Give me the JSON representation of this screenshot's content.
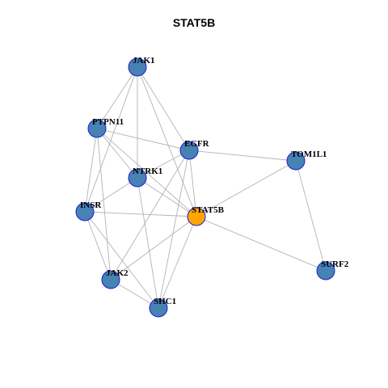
{
  "title": "STAT5B",
  "colors": {
    "node_default": "#4682b4",
    "node_focus": "#ffa500",
    "node_border": "#1f1fd0",
    "edge": "#b3b3b3"
  },
  "nodes": [
    {
      "id": "JAK1",
      "label": "JAK1",
      "focus": false
    },
    {
      "id": "PTPN11",
      "label": "PTPN11",
      "focus": false
    },
    {
      "id": "EGFR",
      "label": "EGFR",
      "focus": false
    },
    {
      "id": "TOM1L1",
      "label": "TOM1L1",
      "focus": false
    },
    {
      "id": "NTRK1",
      "label": "NTRK1",
      "focus": false
    },
    {
      "id": "INSR",
      "label": "INSR",
      "focus": false
    },
    {
      "id": "STAT5B",
      "label": "STAT5B",
      "focus": true
    },
    {
      "id": "SURF2",
      "label": "SURF2",
      "focus": false
    },
    {
      "id": "JAK2",
      "label": "JAK2",
      "focus": false
    },
    {
      "id": "SHC1",
      "label": "SHC1",
      "focus": false
    }
  ],
  "edges": [
    [
      "JAK1",
      "PTPN11"
    ],
    [
      "JAK1",
      "EGFR"
    ],
    [
      "JAK1",
      "NTRK1"
    ],
    [
      "JAK1",
      "INSR"
    ],
    [
      "JAK1",
      "STAT5B"
    ],
    [
      "PTPN11",
      "EGFR"
    ],
    [
      "PTPN11",
      "NTRK1"
    ],
    [
      "PTPN11",
      "INSR"
    ],
    [
      "PTPN11",
      "STAT5B"
    ],
    [
      "PTPN11",
      "JAK2"
    ],
    [
      "EGFR",
      "TOM1L1"
    ],
    [
      "EGFR",
      "NTRK1"
    ],
    [
      "EGFR",
      "JAK2"
    ],
    [
      "EGFR",
      "SHC1"
    ],
    [
      "EGFR",
      "STAT5B"
    ],
    [
      "TOM1L1",
      "STAT5B"
    ],
    [
      "TOM1L1",
      "SURF2"
    ],
    [
      "NTRK1",
      "INSR"
    ],
    [
      "NTRK1",
      "STAT5B"
    ],
    [
      "NTRK1",
      "SHC1"
    ],
    [
      "INSR",
      "STAT5B"
    ],
    [
      "INSR",
      "JAK2"
    ],
    [
      "INSR",
      "SHC1"
    ],
    [
      "STAT5B",
      "SURF2"
    ],
    [
      "STAT5B",
      "JAK2"
    ],
    [
      "STAT5B",
      "SHC1"
    ],
    [
      "JAK2",
      "SHC1"
    ]
  ]
}
